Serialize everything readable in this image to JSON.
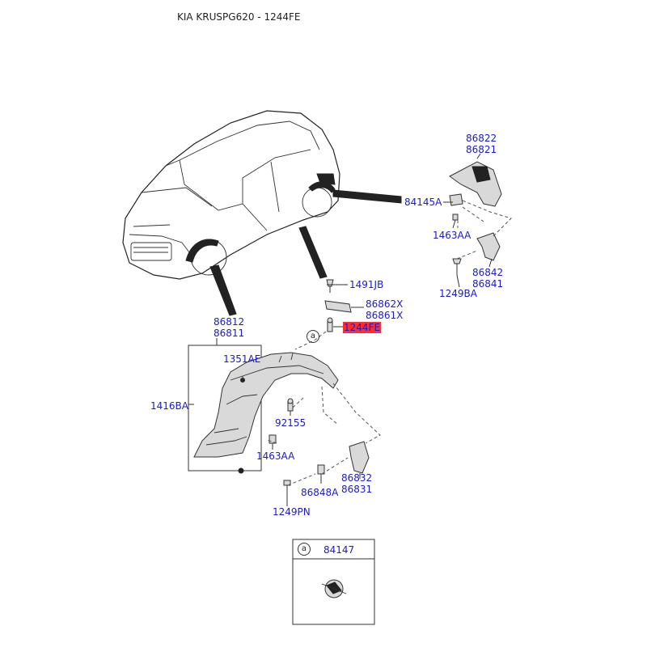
{
  "title": "KIA KRUSPG620 - 1244FE",
  "labels": {
    "p86822": [
      "86822",
      "86821"
    ],
    "p84145A": "84145A",
    "p1463AA_top": "1463AA",
    "p86842": [
      "86842",
      "86841"
    ],
    "p1249BA": "1249BA",
    "p1491JB": "1491JB",
    "p86862X": [
      "86862X",
      "86861X"
    ],
    "p1244FE": "1244FE",
    "p86812": [
      "86812",
      "86811"
    ],
    "p1351AE": "1351AE",
    "p1416BA": "1416BA",
    "p92155": "92155",
    "p1463AA_bottom": "1463AA",
    "p86848A": "86848A",
    "p86832": [
      "86832",
      "86831"
    ],
    "p1249PN": "1249PN",
    "ref_a": "a",
    "inset_a": "a",
    "p84147": "84147"
  },
  "highlight_color": "#ff2d2d",
  "label_color": "#1a1acc"
}
